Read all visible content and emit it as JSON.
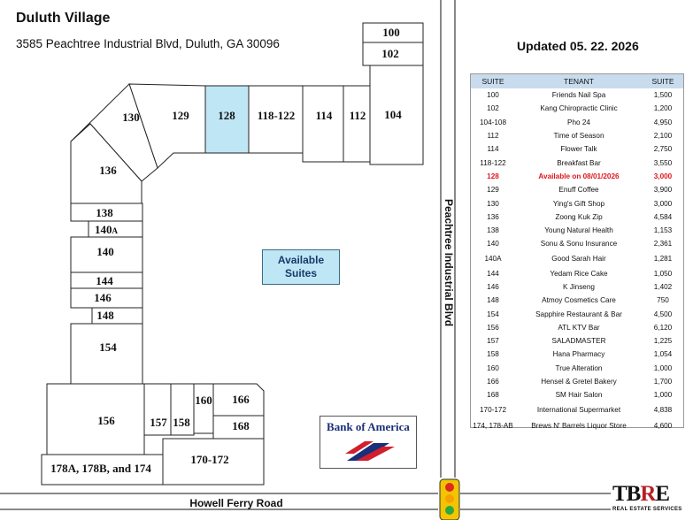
{
  "header": {
    "title": "Duluth Village",
    "address": "3585 Peachtree Industrial Blvd, Duluth, GA 30096",
    "updated": "Updated 05. 22. 2026"
  },
  "map": {
    "suites": {
      "s100": "100",
      "s102": "102",
      "s104": "104",
      "s112": "112",
      "s114": "114",
      "s118": "118-122",
      "s128": "128",
      "s129": "129",
      "s130": "130",
      "s136": "136",
      "s138": "138",
      "s140a_num": "140",
      "s140a_letter": "A",
      "s140": "140",
      "s144": "144",
      "s146": "146",
      "s148": "148",
      "s154": "154",
      "s156": "156",
      "s157": "157",
      "s158": "158",
      "s160": "160",
      "s166": "166",
      "s168": "168",
      "s170": "170-172",
      "s178": "178A, 178B, and 174"
    },
    "available_label": [
      "Available",
      "Suites"
    ],
    "highlight_color": "#bfe6f5",
    "roads": {
      "vertical": "Peachtree Industrial Blvd",
      "horizontal": "Howell Ferry Road"
    },
    "bank_logo": "Bank of America"
  },
  "tenant_table": {
    "columns": [
      "SUITE",
      "TENANT",
      "SUITE"
    ],
    "rows": [
      {
        "suite": "100",
        "tenant": "Friends Nail Spa",
        "size": "1,500"
      },
      {
        "suite": "102",
        "tenant": "Kang Chiropractic Clinic",
        "size": "1,200"
      },
      {
        "suite": "104-108",
        "tenant": "Pho 24",
        "size": "4,950"
      },
      {
        "suite": "112",
        "tenant": "Time of Season",
        "size": "2,100"
      },
      {
        "suite": "114",
        "tenant": "Flower Talk",
        "size": "2,750"
      },
      {
        "suite": "118-122",
        "tenant": "Breakfast Bar",
        "size": "3,550"
      },
      {
        "suite": "128",
        "tenant": "Available on 08/01/2026",
        "size": "3,000",
        "highlight": true
      },
      {
        "suite": "129",
        "tenant": "Enuff Coffee",
        "size": "3,900"
      },
      {
        "suite": "130",
        "tenant": "Ying's Gift Shop",
        "size": "3,000"
      },
      {
        "suite": "136",
        "tenant": "Zoong Kuk Zip",
        "size": "4,584"
      },
      {
        "suite": "138",
        "tenant": "Young Natural Health",
        "size": "1,153"
      },
      {
        "suite": "140",
        "tenant": "Sonu & Sonu Insurance",
        "size": "2,361"
      },
      {
        "suite": "140A",
        "tenant": "Good Sarah Hair",
        "size": "1,281",
        "tall": true
      },
      {
        "suite": "144",
        "tenant": "Yedam Rice Cake",
        "size": "1,050"
      },
      {
        "suite": "146",
        "tenant": "K Jinseng",
        "size": "1,402"
      },
      {
        "suite": "148",
        "tenant": "Atmoy Cosmetics Care",
        "size": "750"
      },
      {
        "suite": "154",
        "tenant": "Sapphire Restaurant & Bar",
        "size": "4,500"
      },
      {
        "suite": "156",
        "tenant": "ATL KTV Bar",
        "size": "6,120"
      },
      {
        "suite": "157",
        "tenant": "SALADMASTER",
        "size": "1,225"
      },
      {
        "suite": "158",
        "tenant": "Hana Pharmacy",
        "size": "1,054"
      },
      {
        "suite": "160",
        "tenant": "True Alteration",
        "size": "1,000"
      },
      {
        "suite": "166",
        "tenant": "Hensel & Gretel Bakery",
        "size": "1,700"
      },
      {
        "suite": "168",
        "tenant": "SM Hair Salon",
        "size": "1,000"
      },
      {
        "suite": "170-172",
        "tenant": "International Supermarket",
        "size": "4,838",
        "tall": true
      },
      {
        "suite": "174, 178-AB",
        "tenant": "Brews N' Barrels Liquor Store",
        "size": "4,600",
        "tall": true
      }
    ]
  },
  "logo": {
    "name_start": "TB",
    "name_r": "R",
    "name_end": "E",
    "sub": "REAL ESTATE SERVICES"
  }
}
